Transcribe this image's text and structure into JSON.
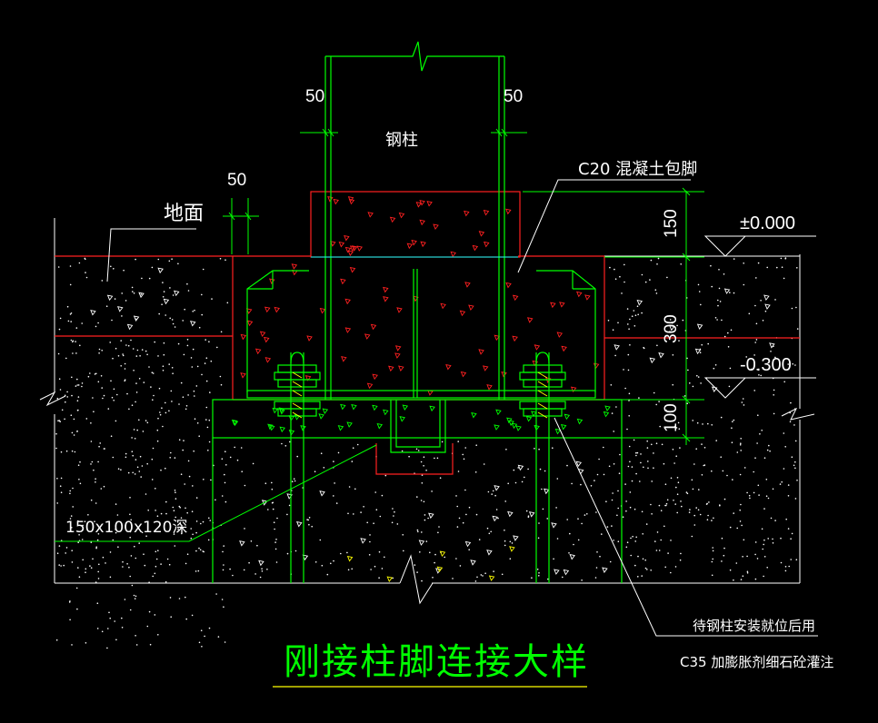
{
  "drawing": {
    "title": "刚接柱脚连接大样",
    "colors": {
      "background": "#000000",
      "steel": "#00ff00",
      "concrete": "#ff2020",
      "soil": "#ffffff",
      "cyan": "#00ffff",
      "yellow": "#ffff00"
    },
    "labels": {
      "ground": "地面",
      "steel_column": "钢柱",
      "encasement": "C20  混凝土包脚",
      "grout_line1": "待钢柱安装就位后用",
      "grout_line2": "C35  加膨胀剂细石砼灌注",
      "shear_key": "150x100x120深"
    },
    "dimensions": {
      "left_flange_gap": "50",
      "right_flange_gap": "50",
      "ground_offset": "50",
      "encasement_above": "150",
      "encasement_below": "300",
      "base_grout": "100"
    },
    "elevations": {
      "top": "±0.000",
      "lower": "-0.300"
    }
  }
}
